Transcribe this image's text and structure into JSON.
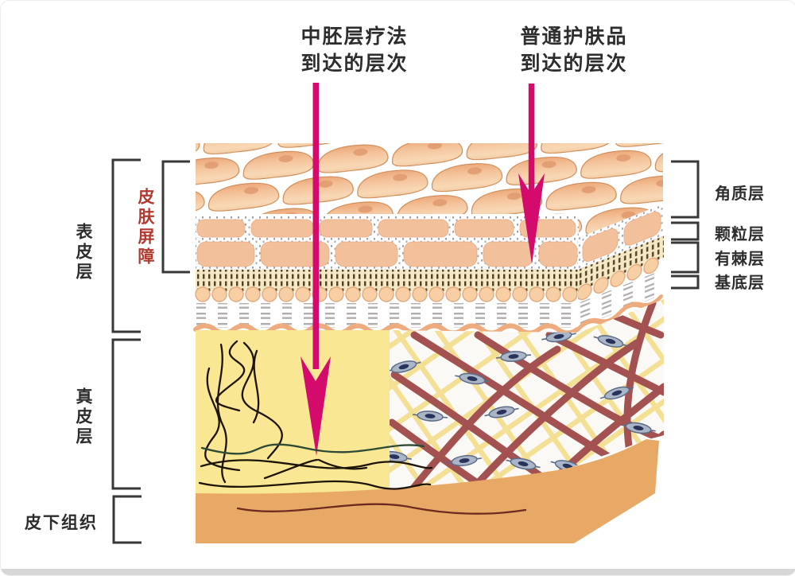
{
  "titles": {
    "meso": {
      "line1": "中胚层疗法",
      "line2": "到达的层次"
    },
    "skincare": {
      "line1": "普通护肤品",
      "line2": "到达的层次"
    }
  },
  "left_labels": {
    "epidermis": "表皮层",
    "skin_barrier": "皮肤屏障",
    "dermis": "真皮层",
    "subcutaneous": "皮下组织"
  },
  "right_labels": {
    "stratum_corneum": "角质层",
    "granular_layer": "颗粒层",
    "spinous_layer": "有棘层",
    "basal_layer": "基底层"
  },
  "colors": {
    "arrow_magenta": "#d40a6c",
    "skin_barrier_label_red": "#b03a30",
    "label_text": "#2d2d2d",
    "bracket": "#383838",
    "corneum_tile_peach": "#f3c49d",
    "cell_peach": "#f3c09c",
    "basal_dash_brown": "#524222",
    "junction_peach": "#eeac7e",
    "dermis_yellow": "#f9e793",
    "collagen_red": "#a35251",
    "collagen_yellow": "#f3e095",
    "fibroblast_grey": "#aab6c8",
    "subcutaneous_orange": "#e9a966"
  }
}
